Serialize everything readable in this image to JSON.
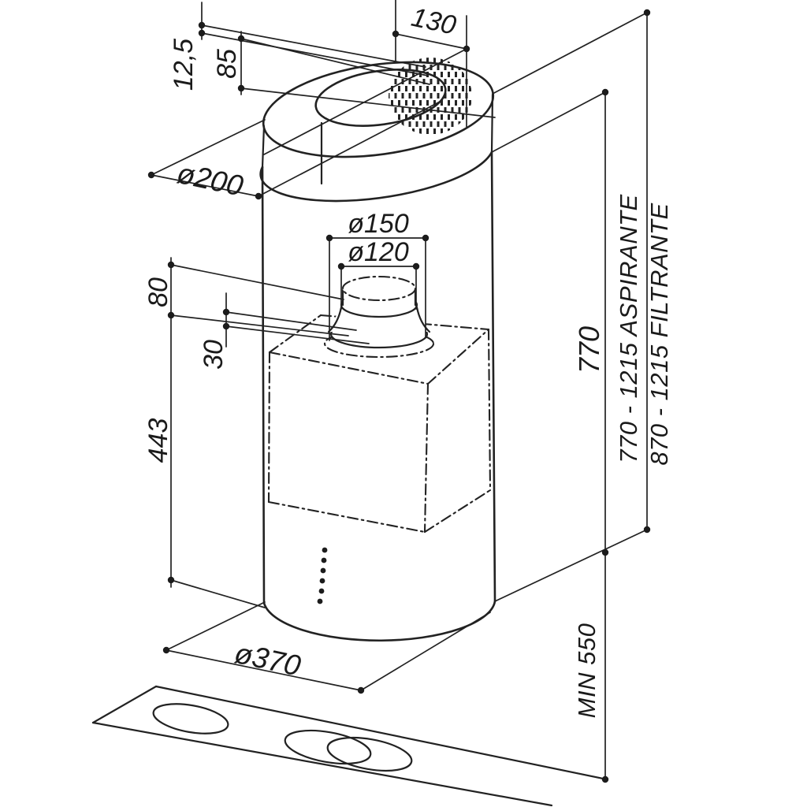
{
  "labels": {
    "vent_width": "130",
    "flange_plate_thickness": "12,5",
    "flange_height": "85",
    "chimney_diameter": "ø200",
    "spigot_outer_diameter": "ø150",
    "spigot_inner_diameter": "ø120",
    "spigot_height": "80",
    "spigot_base_height": "30",
    "body_height": "443",
    "total_height": "770",
    "ducting_height_range": "770 - 1215 ASPIRANTE",
    "recirculating_height_range": "870 - 1215 FILTRANTE",
    "min_hob_distance": "MIN 550",
    "body_diameter": "ø370"
  },
  "colors": {
    "line": "#222222",
    "text": "#1a1a1a",
    "background": "#ffffff"
  }
}
